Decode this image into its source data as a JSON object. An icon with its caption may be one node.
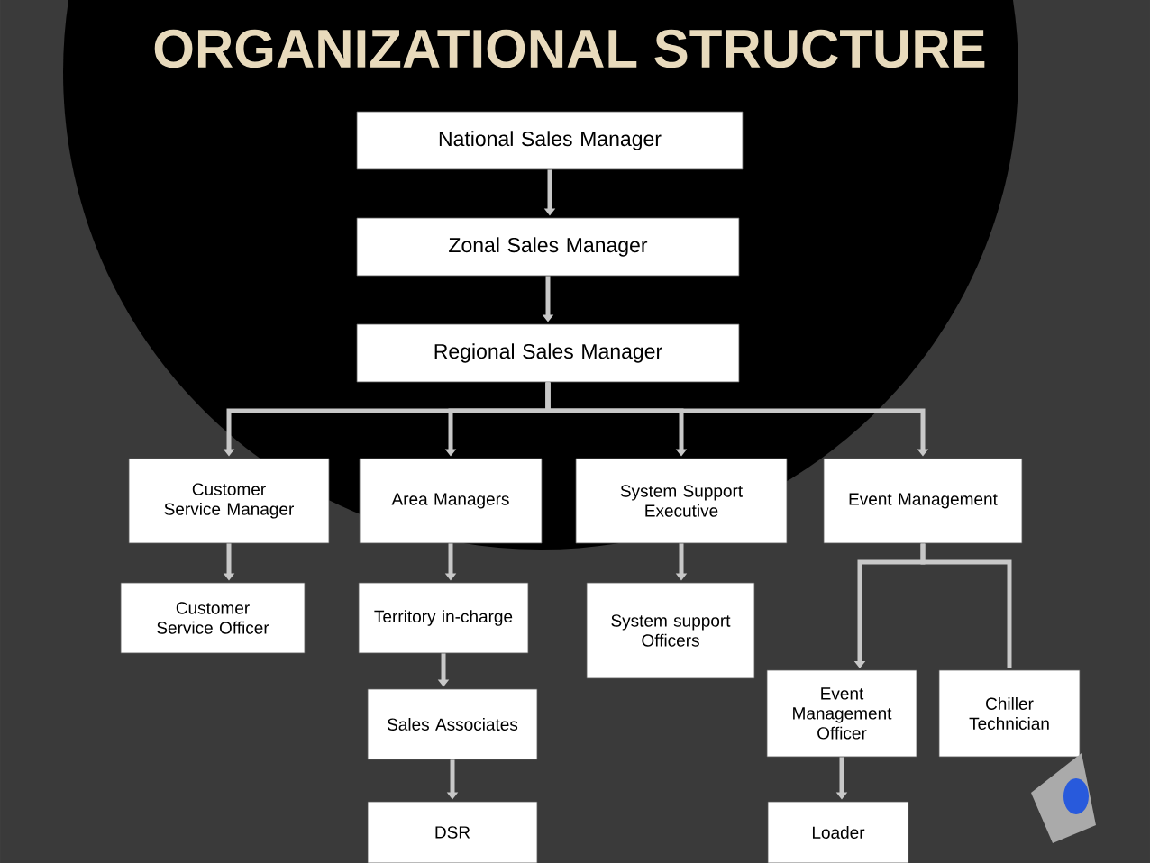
{
  "diagram": {
    "title": "ORGANIZATIONAL STRUCTURE",
    "nodes": [
      {
        "text": [
          "National Sales Manager"
        ]
      },
      {
        "text": [
          "Zonal Sales Manager"
        ]
      },
      {
        "text": [
          "Regional Sales Manager"
        ]
      },
      {
        "text": [
          "Customer Service Manager"
        ]
      },
      {
        "text": [
          "Area Managers"
        ]
      },
      {
        "text": [
          "System Support Executive"
        ]
      },
      {
        "text": [
          "Event Management"
        ]
      },
      {
        "text": [
          "Customer Service Officer"
        ]
      },
      {
        "text": [
          "Territory in-charge"
        ]
      },
      {
        "text": [
          "System support Officers"
        ]
      },
      {
        "text": [
          "Sales Associates"
        ]
      },
      {
        "text": [
          "DSR"
        ]
      },
      {
        "text": [
          "Event Management Officer"
        ]
      },
      {
        "text": [
          "Chiller Technician"
        ]
      },
      {
        "text": [
          "Loader"
        ]
      }
    ],
    "edges": [
      {
        "from": 0,
        "to": 1,
        "arrow": "to"
      },
      {
        "from": 1,
        "to": 2,
        "arrow": "to"
      },
      {
        "from": 2,
        "to": 3,
        "arrow": "to"
      },
      {
        "from": 2,
        "to": 4,
        "arrow": "to"
      },
      {
        "from": 2,
        "to": 5,
        "arrow": "to"
      },
      {
        "from": 2,
        "to": 6,
        "arrow": "to"
      },
      {
        "from": 3,
        "to": 7,
        "arrow": "to"
      },
      {
        "from": 4,
        "to": 8,
        "arrow": "to"
      },
      {
        "from": 5,
        "to": 9,
        "arrow": "to"
      },
      {
        "from": 8,
        "to": 10,
        "arrow": "to"
      },
      {
        "from": 10,
        "to": 11,
        "arrow": "to"
      },
      {
        "from": 6,
        "to": 12,
        "arrow": "to"
      },
      {
        "from": 6,
        "to": 13,
        "arrow": "none"
      },
      {
        "from": 12,
        "to": 14,
        "arrow": "to"
      }
    ]
  }
}
